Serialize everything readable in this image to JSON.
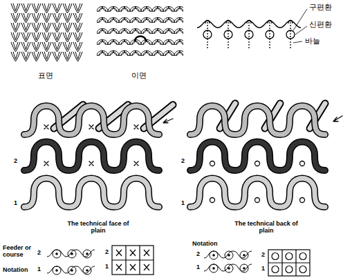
{
  "diagram": {
    "labels": [
      "표면",
      "이면",
      "구편환",
      "신편환",
      "바늘",
      "2",
      "1",
      "The technical face of plain",
      "Feeder or course",
      "Notation",
      "2",
      "1",
      "2",
      "1",
      "2",
      "1",
      "The technical back of plain",
      "Notation",
      "2",
      "1",
      "2",
      "1"
    ]
  }
}
